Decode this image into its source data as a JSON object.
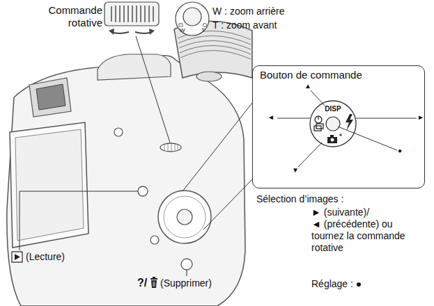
{
  "diagram": {
    "nodes": [
      {
        "text": [
          "Bouton de commande"
        ]
      }
    ],
    "labels": [
      "Commande rotative",
      "W : zoom arrière",
      "T : zoom avant",
      "W",
      "T",
      "DISP",
      "▲",
      "◄",
      "►",
      "▼",
      "●",
      "Sélection d’images :",
      "► (suivante)/",
      "◄ (précédente) ou tournez la commande rotative",
      "Réglage : ●",
      "(Lecture)",
      "?/",
      "(Supprimer)"
    ]
  }
}
